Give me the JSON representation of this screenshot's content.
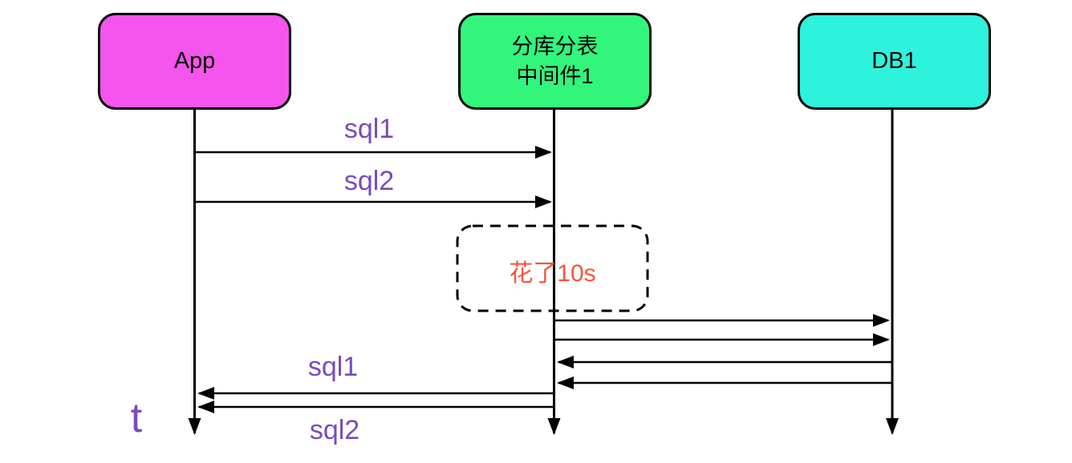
{
  "colors": {
    "app-box": "#f455ec",
    "middleware-box": "#32f57c",
    "db-box": "#2ef3dc",
    "message-text": "#7b4bbb",
    "duration-text": "#f8543c",
    "line": "#000000",
    "background": "#ffffff"
  },
  "actors": {
    "app": {
      "label": "App"
    },
    "middleware": {
      "label_line1": "分库分表",
      "label_line2": "中间件1"
    },
    "db": {
      "label": "DB1"
    }
  },
  "messages": {
    "request1": "sql1",
    "request2": "sql2",
    "response1": "sql1",
    "response2": "sql2"
  },
  "annotation": {
    "duration": "花了10s"
  },
  "axis": {
    "time_label": "t"
  }
}
